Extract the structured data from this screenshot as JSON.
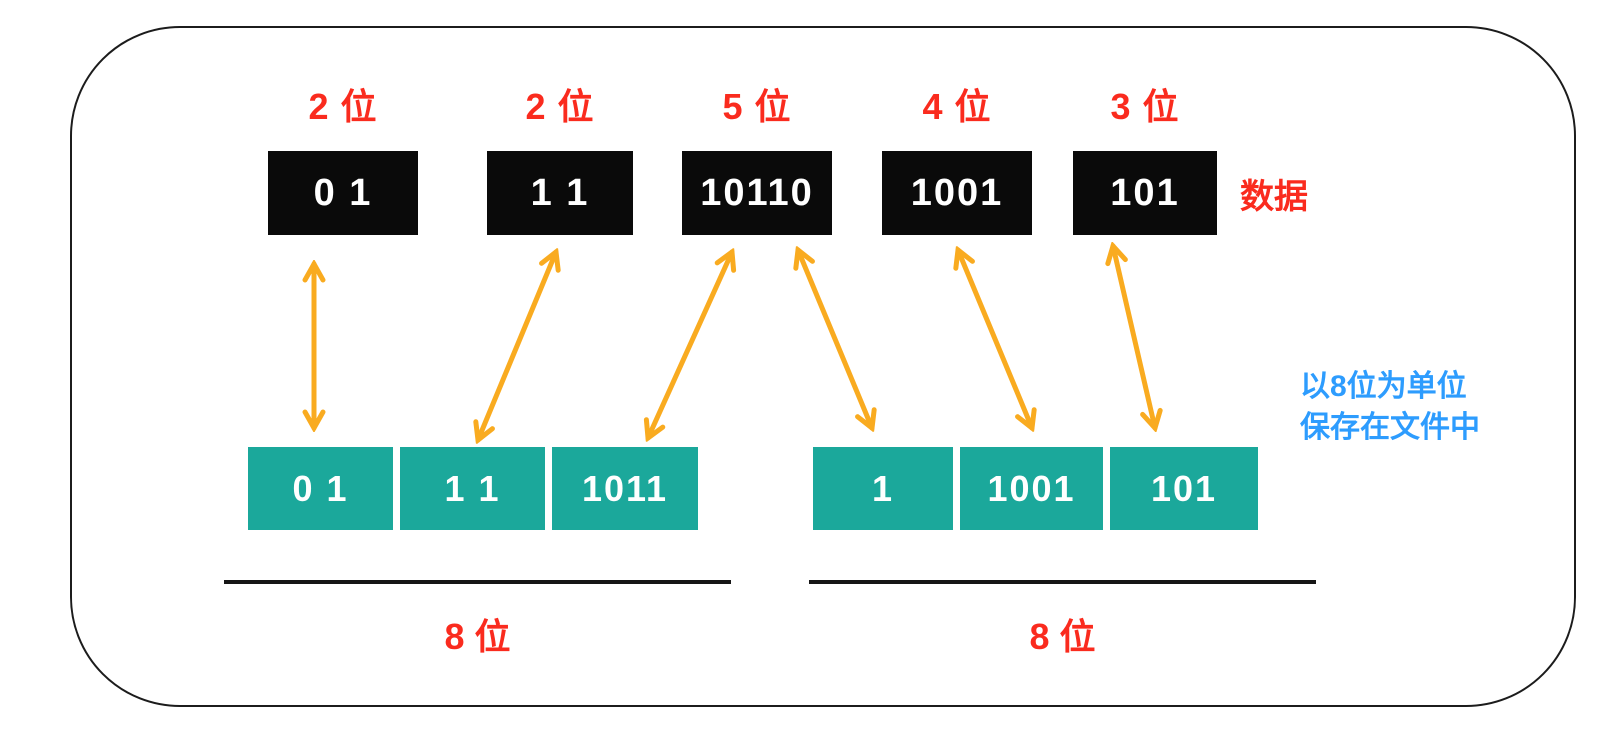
{
  "diagram": {
    "data_row": {
      "row_label": "数据",
      "items": [
        {
          "bits": "2 位",
          "value": "0 1"
        },
        {
          "bits": "2 位",
          "value": "1 1"
        },
        {
          "bits": "5 位",
          "value": "10110"
        },
        {
          "bits": "4 位",
          "value": "1001"
        },
        {
          "bits": "3 位",
          "value": "101"
        }
      ]
    },
    "storage_row": {
      "note_line1": "以8位为单位",
      "note_line2": "保存在文件中",
      "groups": [
        {
          "cells": [
            "0 1",
            "1 1",
            "1011"
          ],
          "size_label": "8 位"
        },
        {
          "cells": [
            "1",
            "1001",
            "101"
          ],
          "size_label": "8 位"
        }
      ]
    },
    "colors": {
      "red": "#fa2b1e",
      "teal": "#1ba89b",
      "orange": "#f9ab20",
      "blue": "#2d9cfe",
      "box-black": "#0a0a0a",
      "line-black": "#161616"
    }
  }
}
